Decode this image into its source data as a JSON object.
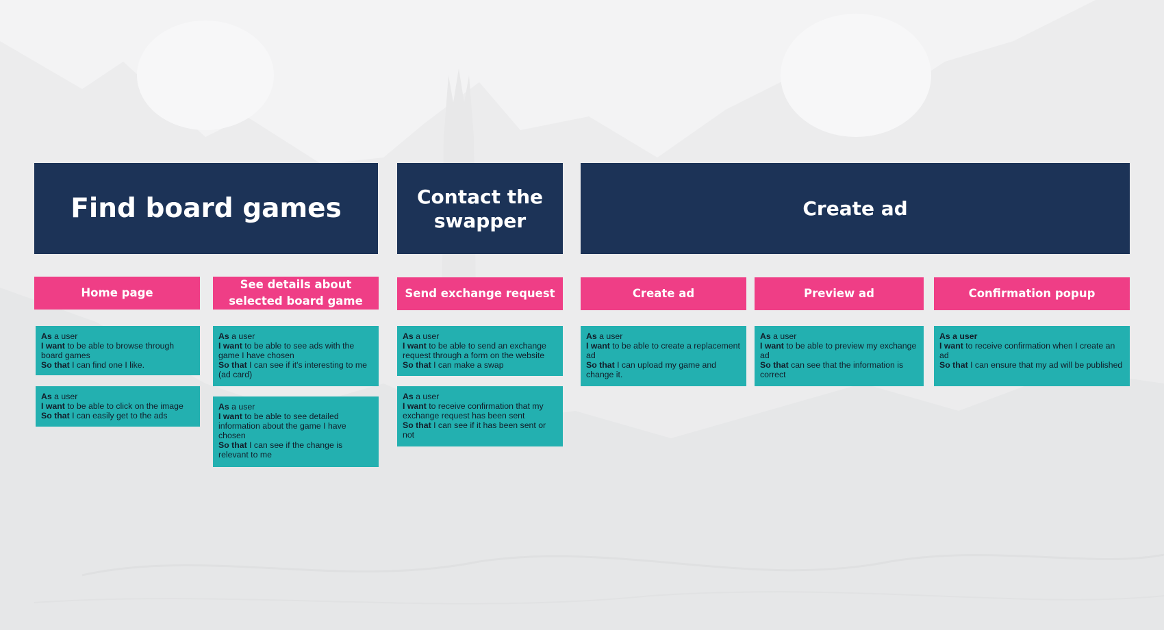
{
  "colors": {
    "background": "#f3f3f4",
    "epic": "#1c3357",
    "feature": "#ef3e86",
    "story": "#23b0b0",
    "story_text": "#121e2a"
  },
  "epics": [
    {
      "title": "Find board games"
    },
    {
      "title_line1": "Contact the",
      "title_line2": "swapper"
    },
    {
      "title": "Create ad"
    }
  ],
  "features": [
    {
      "label": "Home page"
    },
    {
      "line1": "See details about",
      "line2": "selected board game"
    },
    {
      "label": "Send exchange request"
    },
    {
      "label": "Create ad"
    },
    {
      "label": "Preview ad"
    },
    {
      "label": "Confirmation popup"
    }
  ],
  "stories": [
    {
      "as_kw": "As",
      "as_txt": " a user",
      "want_kw": "I want",
      "want_txt": " to be able to browse through board games",
      "so_kw": "So that",
      "so_txt": " I can find one I like."
    },
    {
      "as_kw": "As",
      "as_txt": " a user",
      "want_kw": "I want",
      "want_txt": " to be able to click on the image",
      "so_kw": "So that",
      "so_txt": " I can easily get to the ads"
    },
    {
      "as_kw": "As",
      "as_txt": " a user",
      "want_kw": "I want",
      "want_txt": " to be able to see ads with the game I have chosen",
      "so_kw": "So that",
      "so_txt": " I can see if it's interesting to me (ad card)"
    },
    {
      "as_kw": "As",
      "as_txt": " a user",
      "want_kw": "I want",
      "want_txt": " to be able to see detailed information about the game I have chosen",
      "so_kw": "So that",
      "so_txt": " I can see if the change is relevant to me"
    },
    {
      "as_kw": "As",
      "as_txt": " a user",
      "want_kw": "I want",
      "want_txt": " to be able to send an exchange request through a form on the website",
      "so_kw": "So that",
      "so_txt": " I can make a swap"
    },
    {
      "as_kw": "As",
      "as_txt": " a user",
      "want_kw": "I want",
      "want_txt": " to receive confirmation that my exchange request has been sent",
      "so_kw": "So that",
      "so_txt": " I can see if it has been sent or not"
    },
    {
      "as_kw": "As",
      "as_txt": " a user",
      "want_kw": "I want",
      "want_txt": " to be able to create a replacement ad",
      "so_kw": "So that",
      "so_txt": " I can upload my game and change it."
    },
    {
      "as_kw": "As",
      "as_txt": " a user",
      "want_kw": "I want",
      "want_txt": " to be able to preview my exchange ad",
      "so_kw": "So that",
      "so_txt": " can see that the information is correct"
    },
    {
      "as_kw": "As a user",
      "as_txt": "",
      "want_kw": "I want",
      "want_txt": " to receive confirmation when I create an ad",
      "so_kw": "So that",
      "so_txt": " I can ensure that my ad will be published"
    }
  ]
}
